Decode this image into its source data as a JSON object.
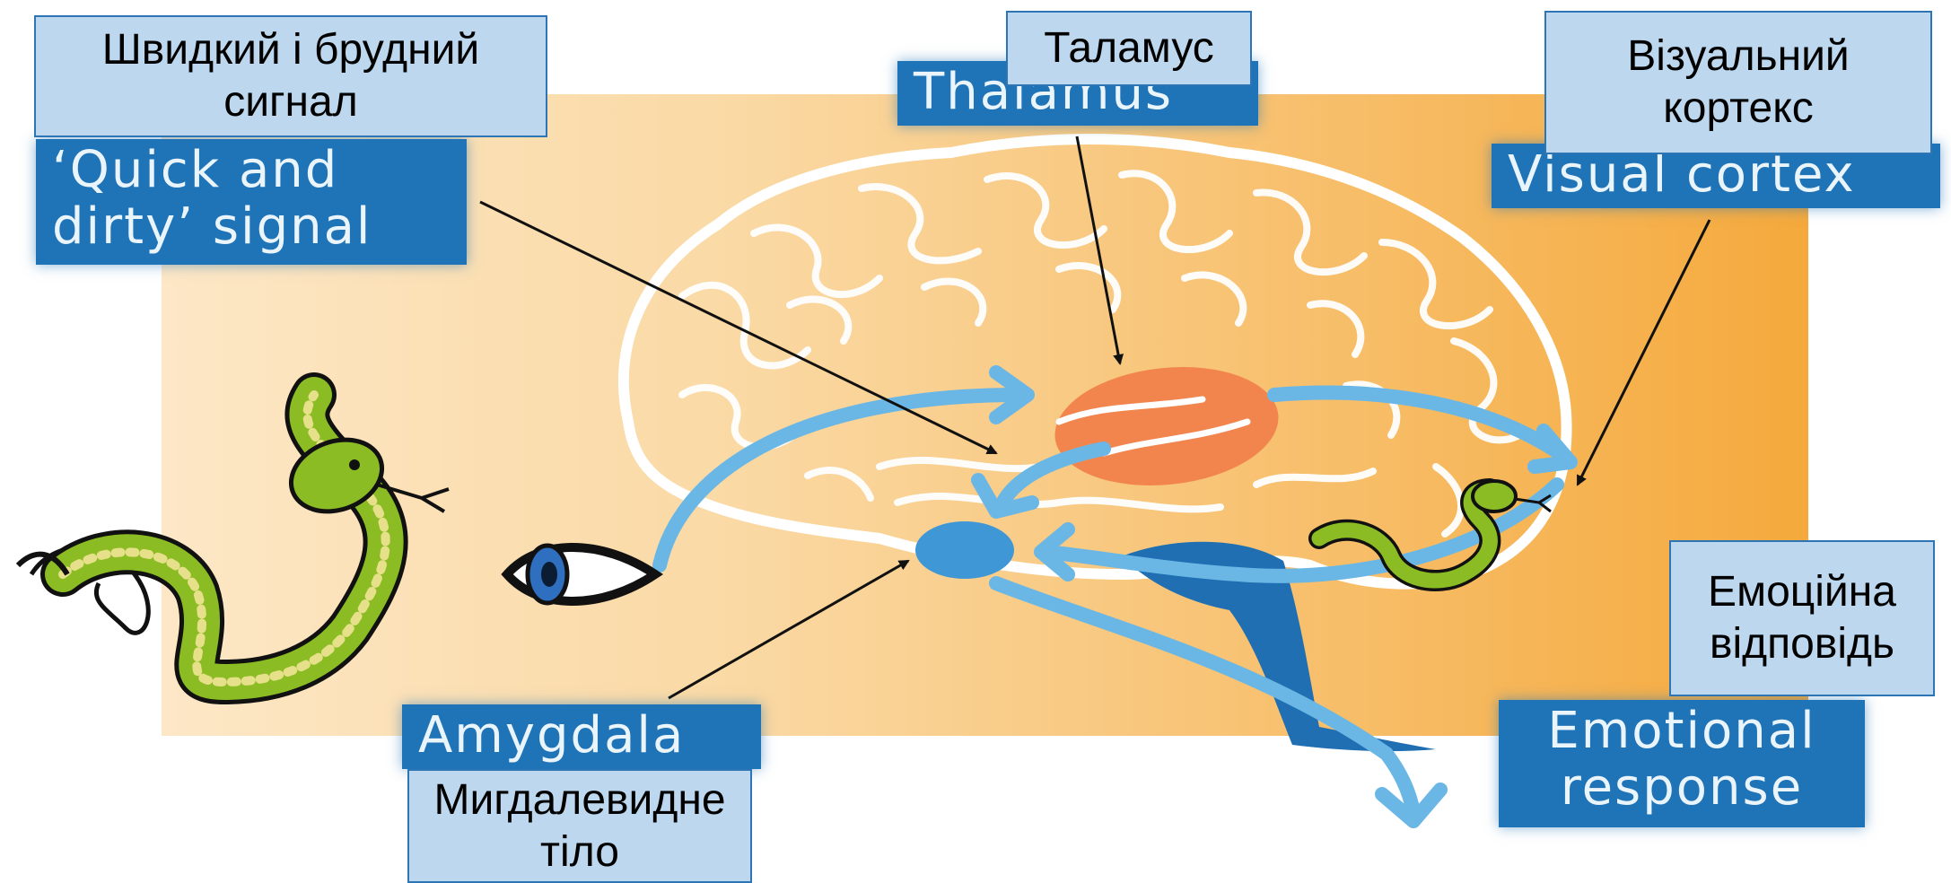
{
  "labels_en": {
    "thalamus": "Thalamus",
    "quick_line1": "‘Quick and",
    "quick_line2": "dirty’ signal",
    "visual_cortex": "Visual cortex",
    "amygdala": "Amygdala",
    "emotional_line1": "Emotional",
    "emotional_line2": "response"
  },
  "labels_ua": {
    "quick_signal": "Швидкий і брудний сигнал",
    "thalamus": "Таламус",
    "visual_cortex": "Візуальний кортекс",
    "emotional_response": "Емоційна відповідь",
    "amygdala": "Мигдалевидне тіло"
  },
  "colors": {
    "background_orange": "#f6b04a",
    "brain_lines": "#ffffff",
    "thalamus": "#f2854e",
    "amygdala": "#3f97d6",
    "pathway_arrows": "#6ab7e6",
    "brainstem": "#1f6fb2",
    "snake_green": "#8cbc24",
    "english_label_bg": "#1f73b7",
    "ukrainian_label_bg": "#bdd7ee"
  },
  "icons": [
    "snake-icon",
    "eye-icon",
    "brain-illustration"
  ]
}
